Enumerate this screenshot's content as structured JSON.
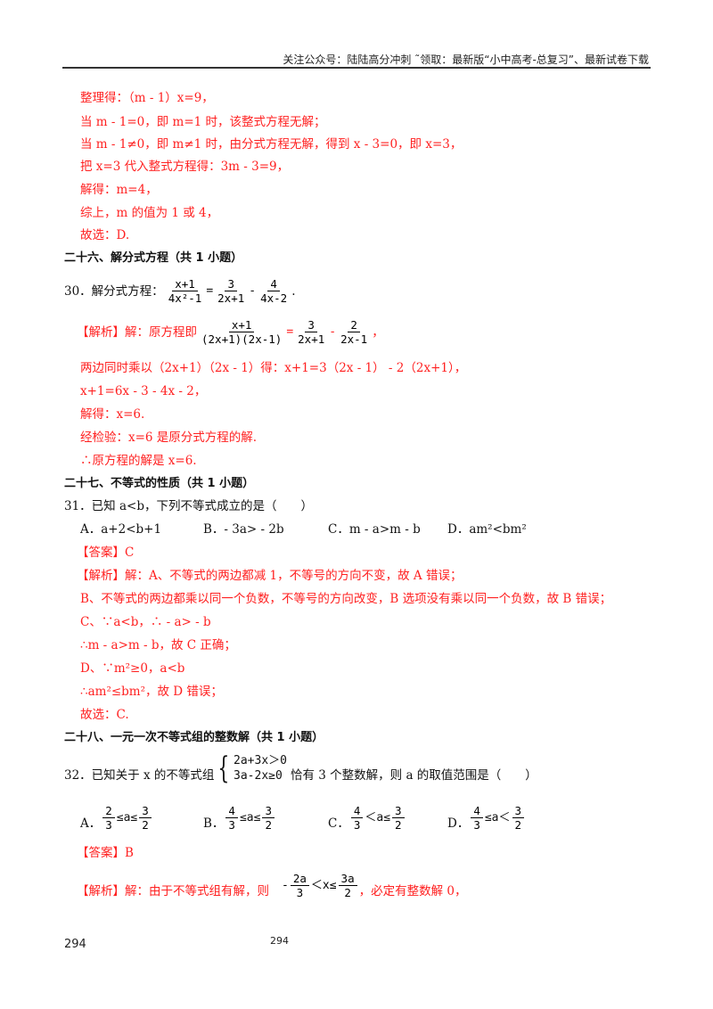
{
  "header": {
    "text": "关注公众号：陆陆高分冲刺  ˜领取：最新版“小中高考-总复习”、最新试卷下载"
  },
  "prev_solution": {
    "lines": [
      "整理得：（m - 1）x=9，",
      "当 m - 1=0，即 m=1 时，该整式方程无解；",
      "当 m - 1≠0，即 m≠1 时，由分式方程无解，得到 x - 3=0，即 x=3，",
      "把 x=3 代入整式方程得：3m - 3=9，",
      "解得：m=4，",
      "综上，m 的值为 1 或 4，",
      "故选：D."
    ]
  },
  "section26": {
    "title": "二十六、解分式方程（共 1 小题）",
    "q30": {
      "prefix": "30．解分式方程：",
      "lhs_num": "x+1",
      "lhs_den": "4x²-1",
      "eq": "=",
      "t1_num": "3",
      "t1_den": "2x+1",
      "minus": "-",
      "t2_num": "4",
      "t2_den": "4x-2",
      "end": "."
    },
    "analysis": {
      "label": "【解析】解：原方程即",
      "lhs_num": "x+1",
      "lhs_den": "(2x+1)(2x-1)",
      "eq": "=",
      "t1_num": "3",
      "t1_den": "2x+1",
      "minus": "-",
      "t2_num": "2",
      "t2_den": "2x-1",
      "end": "，",
      "lines": [
        "两边同时乘以（2x+1）（2x - 1）得：x+1=3（2x - 1） - 2（2x+1），",
        "x+1=6x - 3 - 4x - 2，",
        "解得：x=6.",
        "经检验：x=6 是原分式方程的解.",
        "∴原方程的解是 x=6."
      ]
    }
  },
  "section27": {
    "title": "二十七、不等式的性质（共 1 小题）",
    "q31": {
      "stem": "31．已知 a<b，下列不等式成立的是（　　）",
      "options": [
        "A．a+2<b+1",
        "B．- 3a> - 2b",
        "C．m - a>m - b",
        "D．am²<bm²"
      ]
    },
    "answer": "【答案】C",
    "analysis": [
      "【解析】解：A、不等式的两边都减 1，不等号的方向不变，故 A 错误；",
      "B、不等式的两边都乘以同一个负数，不等号的方向改变，B 选项没有乘以同一个负数，故 B 错误；",
      "C、∵a<b，∴ - a> - b",
      "∴m - a>m - b，故 C 正确；",
      "D、∵m²≥0，a<b",
      "∴am²≤bm²，故 D 错误；",
      "故选：C."
    ]
  },
  "section28": {
    "title": "二十八、一元一次不等式组的整数解（共 1 小题）",
    "q32": {
      "prefix": "32．已知关于 x 的不等式组",
      "row1": "2a+3x＞0",
      "row2": "3a-2x≥0",
      "suffix": "恰有 3 个整数解，则 a 的取值范围是（　　）",
      "options": [
        {
          "label": "A．",
          "l_num": "2",
          "l_den": "3",
          "mid": "≤a≤",
          "r_num": "3",
          "r_den": "2"
        },
        {
          "label": "B．",
          "l_num": "4",
          "l_den": "3",
          "mid": "≤a≤",
          "r_num": "3",
          "r_den": "2"
        },
        {
          "label": "C．",
          "l_num": "4",
          "l_den": "3",
          "mid": "＜a≤",
          "r_num": "3",
          "r_den": "2"
        },
        {
          "label": "D．",
          "l_num": "4",
          "l_den": "3",
          "mid": "≤a＜",
          "r_num": "3",
          "r_den": "2"
        }
      ]
    },
    "answer": "【答案】B",
    "analysis": {
      "prefix": "【解析】解：由于不等式组有解，则",
      "l_num": "2a",
      "l_den": "3",
      "l_sign": "-",
      "mid": "＜x≤",
      "r_num": "3a",
      "r_den": "2",
      "suffix": "，必定有整数解 0，"
    }
  },
  "footer": {
    "page_left": "294",
    "page_center": "294"
  }
}
